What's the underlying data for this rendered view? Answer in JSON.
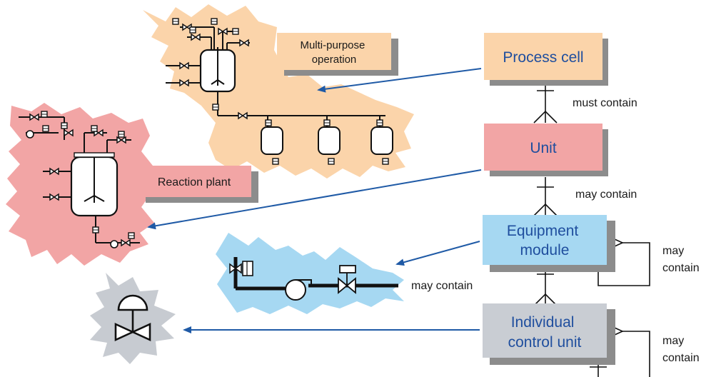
{
  "hierarchy": {
    "process_cell": "Process cell",
    "unit": "Unit",
    "equipment_module": [
      "Equipment",
      "module"
    ],
    "control_unit": [
      "Individual",
      "control unit"
    ]
  },
  "relations": {
    "must_contain": "must contain",
    "may_contain_unit": "may contain",
    "may_contain_em_self": [
      "may",
      "contain"
    ],
    "may_contain_cu_self": [
      "may",
      "contain"
    ],
    "may_contain_em": "may contain"
  },
  "callouts": {
    "multi_purpose": [
      "Multi-purpose",
      "operation"
    ],
    "reaction_plant": "Reaction plant"
  },
  "colors": {
    "process_cell": "#fbd4aa",
    "unit": "#f2a5a5",
    "equipment_module": "#a6d8f2",
    "control_unit": "#c9cdd3",
    "arrow": "#1f5aa6",
    "label_text": "#1f4e9e",
    "shadow": "#8c8c8c",
    "blob_gray": "#c7cbd1"
  },
  "icons": [
    "reactor-icon",
    "storage-tank-icon",
    "pump-icon",
    "control-valve-icon",
    "valve-actuator-icon"
  ]
}
